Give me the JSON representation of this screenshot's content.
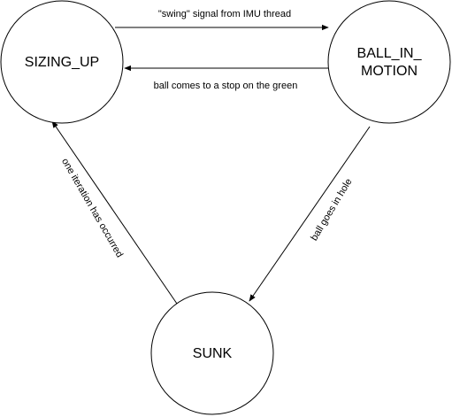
{
  "colors": {
    "stroke": "#000000",
    "background": "#ffffff"
  },
  "nodes": {
    "sizing_up": "SIZING_UP",
    "ball_in_motion_line1": "BALL_IN_",
    "ball_in_motion_line2": "MOTION",
    "sunk": "SUNK"
  },
  "edges": {
    "swing": "\"swing\" signal from IMU thread",
    "stop": "ball comes to a stop on the green",
    "hole": "ball goes in hole",
    "iteration": "one iteration has occurred"
  }
}
